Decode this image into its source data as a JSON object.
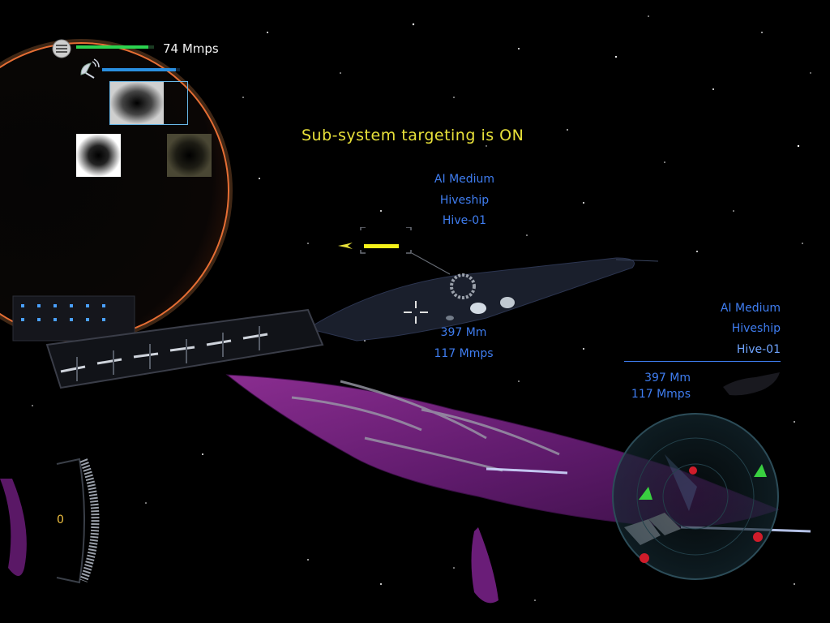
{
  "hud": {
    "speed_label": "74 Mmps",
    "shield_level": 0.93,
    "sensor_level": 0.95,
    "banner": "Sub-system targeting is ON",
    "target": {
      "line1": "AI Medium",
      "line2": "Hiveship",
      "line3": "Hive-01",
      "distance": "397 Mm",
      "speed": "117 Mmps",
      "health_level": 0.85
    },
    "side_panel": {
      "line1": "AI Medium",
      "line2": "Hiveship",
      "line3": "Hive-01",
      "distance": "397 Mm",
      "speed": "117 Mmps"
    },
    "weapon_count": "0",
    "icons": {
      "power": "power-core-icon",
      "sensor": "sensor-dish-icon",
      "target_ship": "starship-silhouette-icon",
      "crosshair": "crosshair-icon",
      "radar": "radar-scope"
    },
    "colors": {
      "hull_bar": "#2bd24f",
      "sensor_bar": "#2a8fe0",
      "target_text": "#3f7df0",
      "banner": "#e8e13a",
      "target_health": "#f6f21a",
      "planet_rim": "#ff7a3a"
    }
  }
}
